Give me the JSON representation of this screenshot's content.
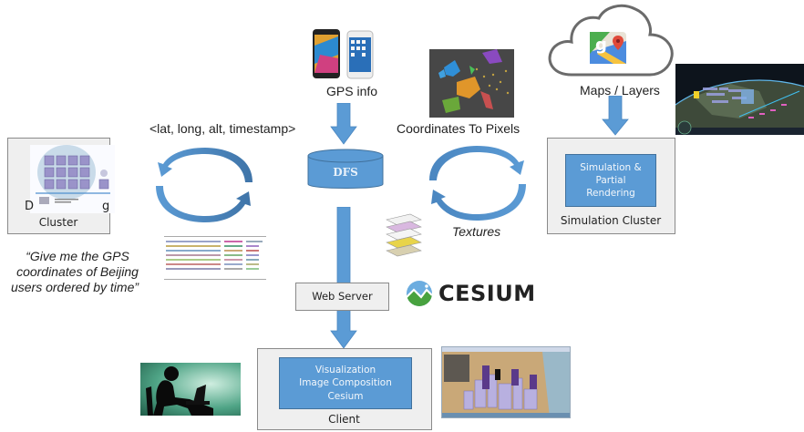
{
  "diagram": {
    "left_cluster": {
      "title_fragment_left": "D",
      "title_fragment_right": "g",
      "caption": "Cluster",
      "query_quote": [
        "“Give me the GPS",
        "coordinates of Beijing",
        "users ordered by time”"
      ]
    },
    "tuple_label": "<lat, long, alt, timestamp>",
    "phones_label": "GPS info",
    "dfs_label": "DFS",
    "coords_label": "Coordinates To Pixels",
    "textures_label": "Textures",
    "maps_label": "Maps / Layers",
    "simulation_cluster": {
      "inner_lines": [
        "Simulation &",
        "Partial",
        "Rendering"
      ],
      "caption": "Simulation Cluster"
    },
    "web_server_label": "Web Server",
    "cesium_logo_text": "CESIUM",
    "client": {
      "inner_lines": [
        "Visualization",
        "Image Composition",
        "Cesium"
      ],
      "caption": "Client"
    },
    "icons": {
      "phones": "smartphones-icon",
      "cloud": "cloud-icon",
      "maps": "google-maps-icon",
      "cluster": "server-cluster-icon",
      "layers": "map-layers-icon",
      "cesium": "cesium-logo-icon",
      "user": "laptop-user-silhouette"
    },
    "colors": {
      "arrow_blue": "#5b9bd5",
      "arrow_dark": "#41719c",
      "box_blue": "#5b9bd5",
      "box_grey": "#efefef"
    }
  }
}
